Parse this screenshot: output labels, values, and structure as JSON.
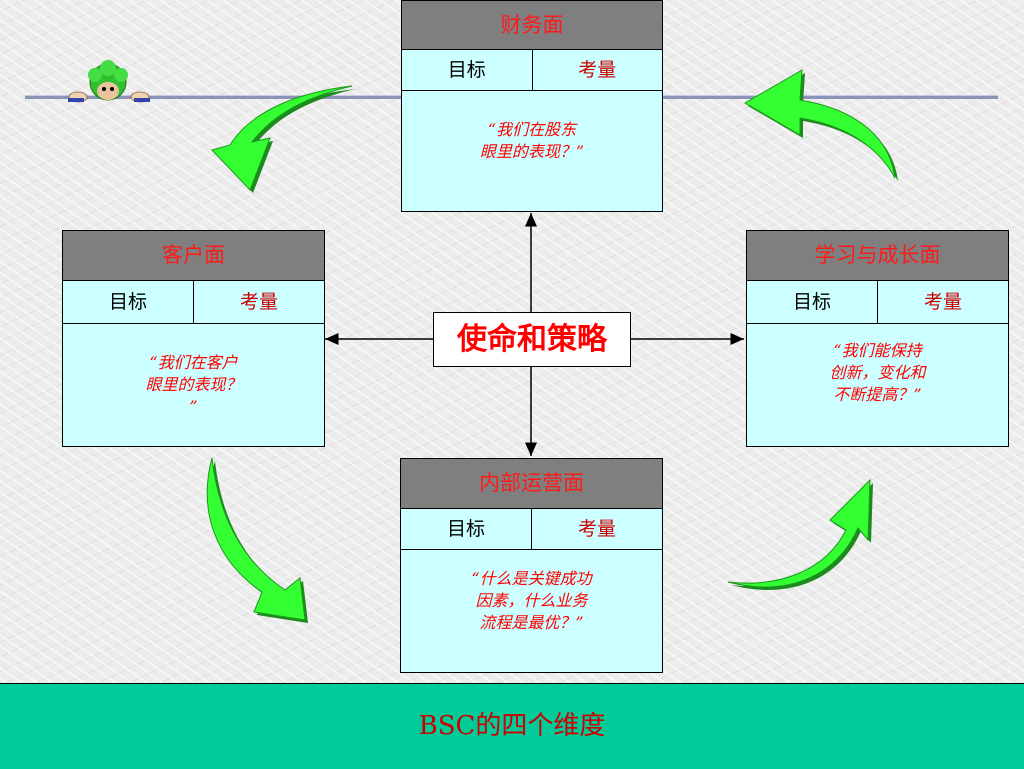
{
  "center": {
    "label": "使命和策略"
  },
  "finance": {
    "title": "财务面",
    "goal_label": "目标",
    "measure_label": "考量",
    "quote_line1": "“我们在股东",
    "quote_line2": "眼里的表现？”"
  },
  "customer": {
    "title": "客户面",
    "goal_label": "目标",
    "measure_label": "考量",
    "quote_line1": "“我们在客户",
    "quote_line2": "眼里的表现？",
    "quote_line3": "”"
  },
  "learning": {
    "title": "学习与成长面",
    "goal_label": "目标",
    "measure_label": "考量",
    "quote_line1": "“我们能保持",
    "quote_line2": "创新，变化和",
    "quote_line3": "不断提高？”"
  },
  "internal": {
    "title": "内部运营面",
    "goal_label": "目标",
    "measure_label": "考量",
    "quote_line1": "“什么是关键成功",
    "quote_line2": "因素，什么业务",
    "quote_line3": "流程是最优？”"
  },
  "footer": {
    "title": "BSC的四个维度"
  },
  "colors": {
    "arrow_green": "#33ff33",
    "box_fill": "#ccffff",
    "header_fill": "#7f7f7f",
    "footer_fill": "#00cc99",
    "accent_red": "#ff0000"
  }
}
